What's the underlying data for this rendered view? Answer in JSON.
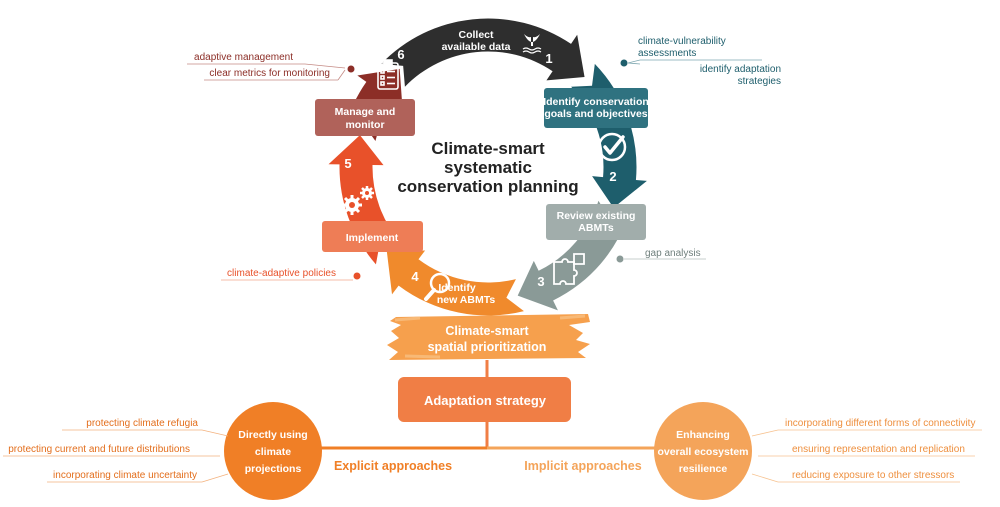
{
  "center_title": [
    "Climate-smart",
    "systematic",
    "conservation planning"
  ],
  "cycle_steps": [
    {
      "number": "1",
      "label": [
        "Collect",
        "available data"
      ]
    },
    {
      "number": "2",
      "label": [
        "Identify conservation",
        "goals and objectives"
      ]
    },
    {
      "number": "3",
      "label": [
        "Review existing",
        "ABMTs"
      ]
    },
    {
      "number": "4",
      "label": [
        "Identify",
        "new ABMTs"
      ]
    },
    {
      "number": "5",
      "label": [
        "Implement"
      ]
    },
    {
      "number": "6",
      "label": [
        "Manage and",
        "monitor"
      ]
    }
  ],
  "annotations": {
    "step1": [
      "climate-vulnerability",
      "assessments",
      "identify adaptation",
      "strategies"
    ],
    "step3": [
      "gap analysis"
    ],
    "step4": [
      "climate-adaptive policies"
    ],
    "step6": [
      "adaptive management",
      "clear metrics for monitoring"
    ]
  },
  "prioritization": [
    "Climate-smart",
    "spatial prioritization"
  ],
  "adaptation_strategy": "Adaptation strategy",
  "explicit": {
    "circle": [
      "Directly using",
      "climate",
      "projections"
    ],
    "label": "Explicit approaches",
    "items": [
      "protecting climate refugia",
      "protecting current and future distributions",
      "incorporating climate uncertainty"
    ]
  },
  "implicit": {
    "circle": [
      "Enhancing",
      "overall ecosystem",
      "resilience"
    ],
    "label": "Implicit approaches",
    "items": [
      "incorporating different forms of connectivity",
      "ensuring representation and replication",
      "reducing exposure to other stressors"
    ]
  },
  "colors": {
    "collect": "#2e2e2e",
    "goals": "#1e5e6c",
    "review": "#8a9a97",
    "identify": "#f08a2c",
    "implement": "#e8512a",
    "manage": "#8c2e27",
    "prioritization": "#f6a04d",
    "strategy": "#f07e45",
    "explicit": "#f07f26",
    "implicit": "#f4a45a"
  }
}
